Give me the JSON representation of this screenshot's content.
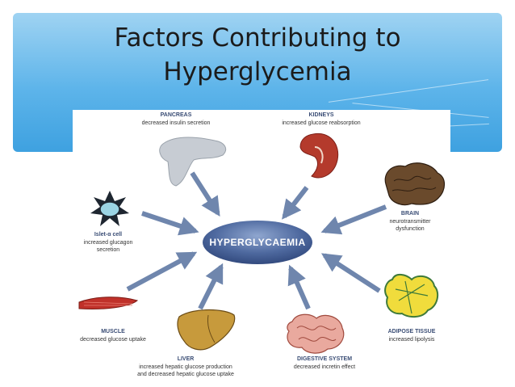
{
  "slide": {
    "title_line1": "Factors Contributing to",
    "title_line2": "Hyperglycemia"
  },
  "diagram": {
    "center": "HYPERGLYCAEMIA",
    "factors": {
      "pancreas": {
        "name": "PANCREAS",
        "effect": "decreased insulin secretion"
      },
      "kidneys": {
        "name": "KIDNEYS",
        "effect": "increased glucose reabsorption"
      },
      "islet": {
        "name": "Islet-α cell",
        "effect_line1": "increased glucagon",
        "effect_line2": "secretion"
      },
      "brain": {
        "name": "BRAIN",
        "effect_line1": "neurotransmitter",
        "effect_line2": "dysfunction"
      },
      "muscle": {
        "name": "MUSCLE",
        "effect": "decreased glucose uptake"
      },
      "adipose": {
        "name": "ADIPOSE TISSUE",
        "effect": "increased lipolysis"
      },
      "liver": {
        "name": "LIVER",
        "effect_line1": "increased hepatic glucose production",
        "effect_line2": "and decreased hepatic glucose uptake"
      },
      "digestive": {
        "name": "DIGESTIVE SYSTEM",
        "effect": "decreased incretin effect"
      }
    }
  },
  "colors": {
    "arrow": "#6f86ad",
    "hub": "#3d568c",
    "label_heading": "#3a4d75"
  }
}
